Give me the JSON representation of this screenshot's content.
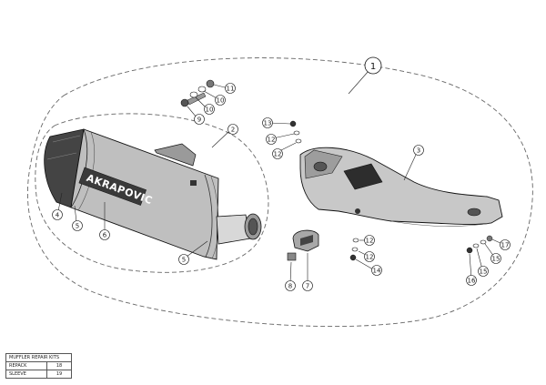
{
  "callouts": {
    "c1": "1",
    "c2": "2",
    "c3": "3",
    "c4": "4",
    "c5a": "5",
    "c5b": "5",
    "c6": "6",
    "c7": "7",
    "c8": "8",
    "c9": "9",
    "c10a": "10",
    "c10b": "10",
    "c11": "11",
    "c12a": "12",
    "c12b": "12",
    "c12c": "12",
    "c12d": "12",
    "c13": "13",
    "c14": "14",
    "c15a": "15",
    "c15b": "15",
    "c16": "16",
    "c17": "17"
  },
  "muffler": {
    "brand": "AKRAPOVIC"
  },
  "repair_kits": {
    "title": "MUFFLER REPAIR KITS",
    "rows": [
      {
        "label": "REPACK",
        "number": "18"
      },
      {
        "label": "SLEEVE",
        "number": "19"
      }
    ]
  }
}
